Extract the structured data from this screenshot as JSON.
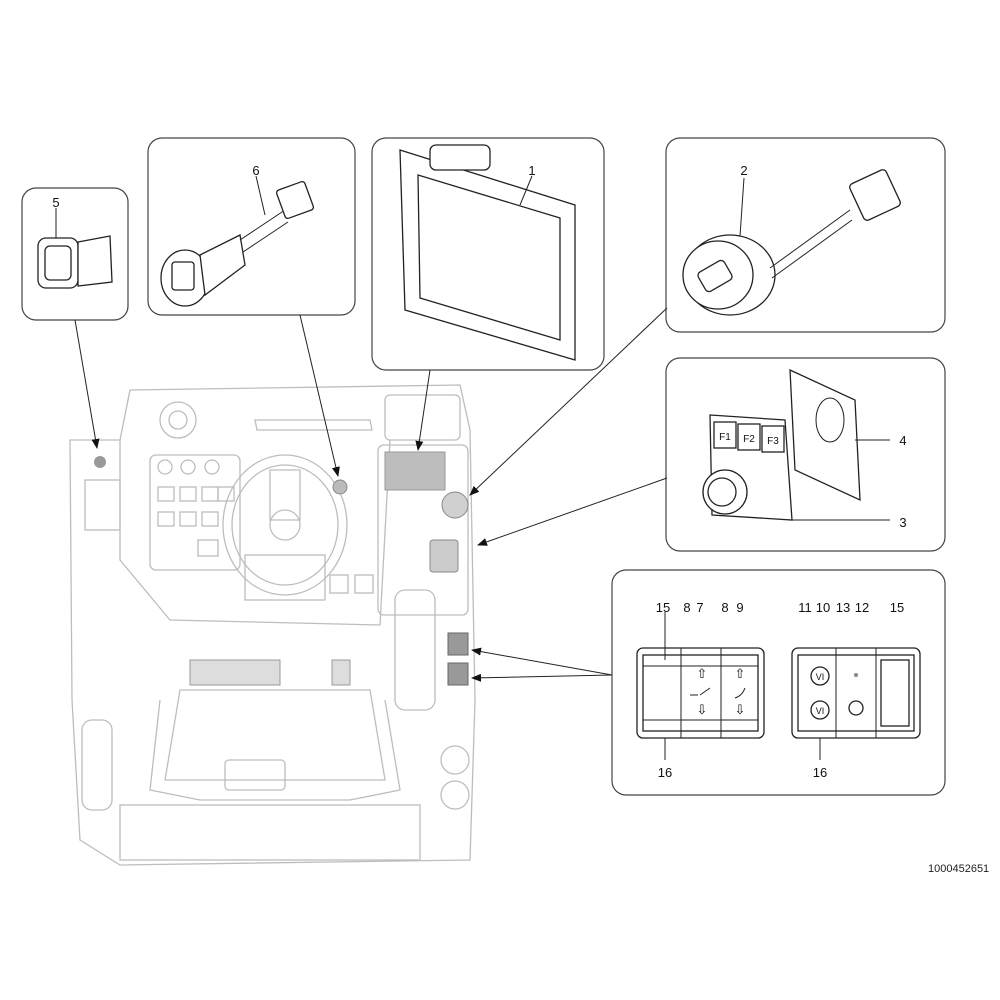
{
  "callouts": {
    "screen": "1",
    "rotary_switch": "2",
    "function_keypad": "3",
    "keypad_bracket": "4",
    "power_socket": "5",
    "usb_socket": "6"
  },
  "switch_panel_labels": {
    "left_top": [
      "15",
      "8",
      "7",
      "8",
      "9"
    ],
    "left_bottom": "16",
    "right_top": [
      "11",
      "10",
      "13",
      "12",
      "15"
    ],
    "right_bottom": "16"
  },
  "keypad_keys": [
    "F1",
    "F2",
    "F3"
  ],
  "switch_symbol_text": [
    "VI",
    "VI"
  ],
  "document_id": "1000452651"
}
